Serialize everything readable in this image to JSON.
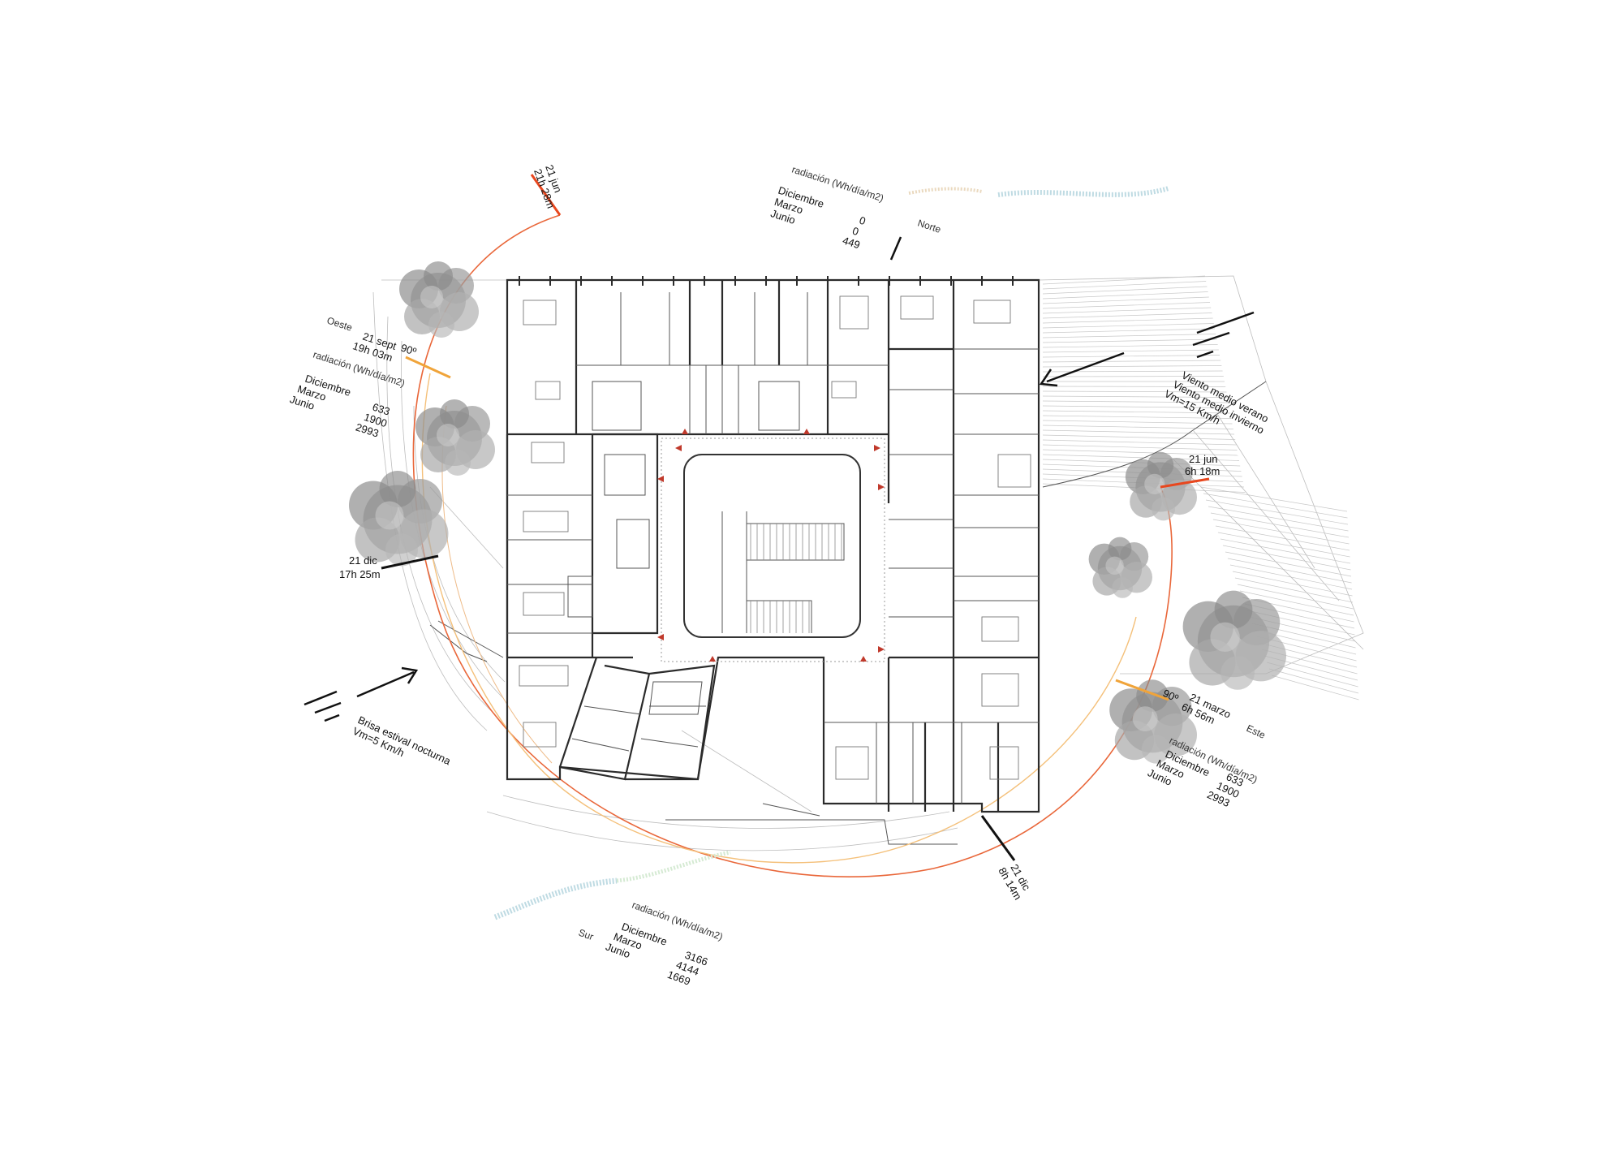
{
  "colors": {
    "sun_summer": "#e8471e",
    "sun_equinox": "#f0a43a",
    "sun_winter": "#111111",
    "arc_outer": "#e9673a",
    "arc_inner": "#f4c07a",
    "tree": "#9a9a9a",
    "breeze": "#cfe3e8"
  },
  "north": {
    "cardinal": "Norte",
    "radiation_title": "radiación    (Wh/día/m2)",
    "months": [
      "Diciembre",
      "Marzo",
      "Junio"
    ],
    "values": [
      "0",
      "0",
      "449"
    ]
  },
  "west": {
    "cardinal": "Oeste",
    "radiation_title": "radiación  (Wh/día/m2)",
    "months": [
      "Diciembre",
      "Marzo",
      "Junio"
    ],
    "values": [
      "633",
      "1900",
      "2993"
    ]
  },
  "east": {
    "cardinal": "Este",
    "radiation_title": "radiación  (Wh/día/m2)",
    "months": [
      "Diciembre",
      "Marzo",
      "Junio"
    ],
    "values": [
      "633",
      "1900",
      "2993"
    ]
  },
  "south": {
    "cardinal": "Sur",
    "radiation_title": "radiación  (Wh/día/m2)",
    "months": [
      "Diciembre",
      "Marzo",
      "Junio"
    ],
    "values": [
      "3166",
      "4144",
      "1669"
    ]
  },
  "sun_markers": {
    "jun_sunset": [
      "21  jun",
      "21h 28m"
    ],
    "sept_sunset": [
      "21 sept",
      "19h 03m"
    ],
    "sept_angle": "90º",
    "dec_sunset": [
      "21 dic",
      "17h 25m"
    ],
    "jun_sunrise": [
      "21  jun",
      "6h 18m"
    ],
    "march_sunrise": [
      "21 marzo",
      "6h 56m"
    ],
    "march_angle": "90º",
    "dec_sunrise": [
      "21 dic",
      "8h 14m"
    ]
  },
  "winds": {
    "northeast": [
      "Viento medio verano",
      "Viento medio invierno",
      "Vm=15 Km/h"
    ],
    "southwest": [
      "Brisa estival nocturna",
      "Vm=5 Km/h"
    ]
  }
}
